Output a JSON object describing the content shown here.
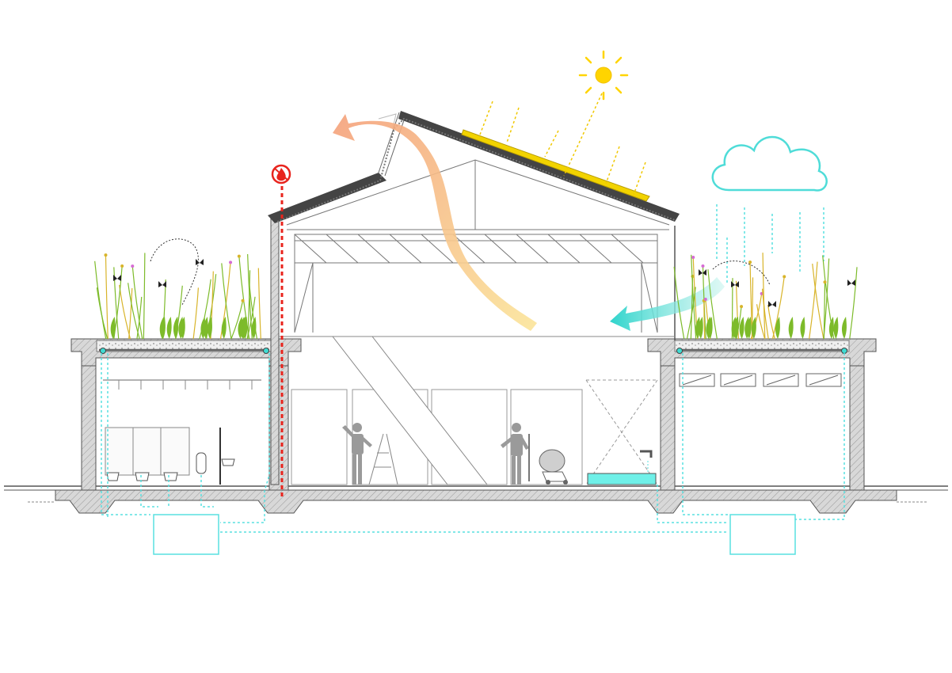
{
  "diagram": {
    "kind": "building-section",
    "elements": [
      "sun-icon",
      "solar-panels",
      "sunlight-rays",
      "rain-cloud-icon",
      "rain-drops",
      "pitched-roof",
      "roof-lantern",
      "roof-truss",
      "warm-air-arrow",
      "fresh-air-arrow",
      "fire-alarm-icon",
      "fire-riser-line",
      "green-roof-left",
      "green-roof-right",
      "butterflies",
      "bees",
      "workers",
      "ladder",
      "cement-mixer",
      "water-basin",
      "toilets",
      "washbasin",
      "rainwater-tank-left",
      "rainwater-tank-right",
      "drainage-pipes"
    ]
  },
  "colors": {
    "line": "#555555",
    "wall_fill": "#bdbdbd",
    "hatch": "#8a8a8a",
    "sun": "#ffd400",
    "rain": "#58e0e0",
    "fire": "#e8241d",
    "warm_start": "#f4a07a",
    "warm_end": "#fbe59a",
    "cool_start": "#b9f0ea",
    "cool_end": "#35d6cf",
    "plant_green": "#7dbb2a",
    "plant_yellow": "#d8b42a",
    "flower_pink": "#d66bd4",
    "person": "#9a9a9a"
  }
}
